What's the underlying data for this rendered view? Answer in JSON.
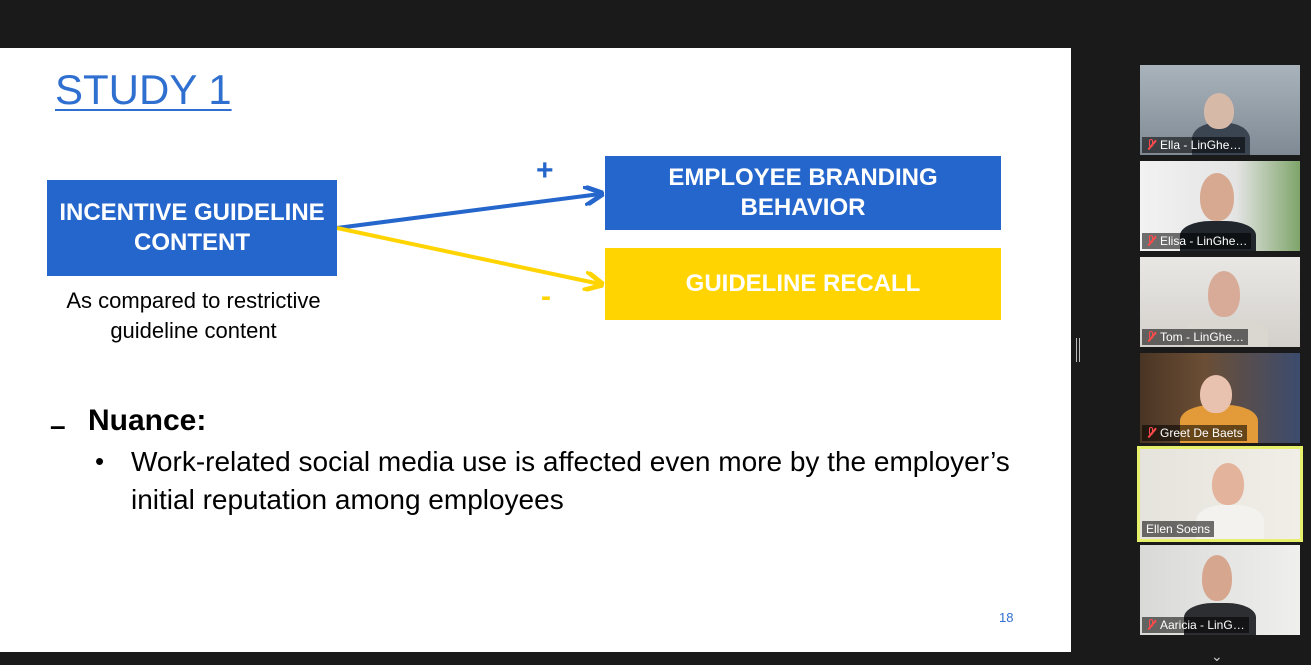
{
  "slide": {
    "title": "STUDY 1",
    "incentive_box": "INCENTIVE GUIDELINE CONTENT",
    "comparison_note": "As compared to restrictive guideline content",
    "employee_branding_box": "EMPLOYEE BRANDING BEHAVIOR",
    "guideline_recall_box": "GUIDELINE RECALL",
    "plus_sign": "+",
    "minus_sign": "-",
    "dash": "–",
    "nuance_heading": "Nuance:",
    "bullet_char": "•",
    "bullet_text": "Work-related social media use is affected even more by the employer’s initial reputation among employees",
    "page_number": "18",
    "colors": {
      "blue": "#2566cc",
      "yellow": "#ffd400",
      "title": "#2f6fd0"
    }
  },
  "participants": [
    {
      "name": "Ella - LinGhe…",
      "muted": true
    },
    {
      "name": "Elisa - LinGhe…",
      "muted": true
    },
    {
      "name": "Tom - LinGhe…",
      "muted": true
    },
    {
      "name": "Greet De Baets",
      "muted": true
    },
    {
      "name": "Ellen Soens",
      "muted": false,
      "active_speaker": true
    },
    {
      "name": "Aaricia - LinG…",
      "muted": true
    }
  ],
  "icons": {
    "mute": "mic-muted-icon",
    "more": "chevron-down-icon"
  }
}
